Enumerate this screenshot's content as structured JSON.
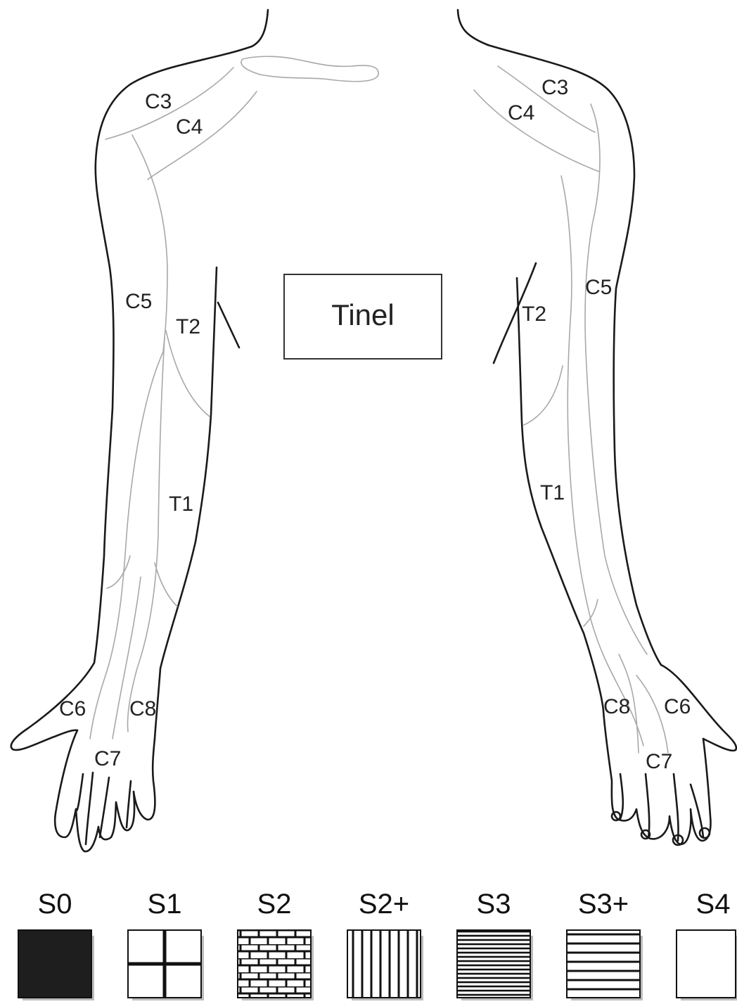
{
  "tinel_label": "Tinel",
  "dermatome_labels": [
    "C3",
    "C4",
    "C5",
    "T2",
    "T1",
    "C6",
    "C7",
    "C8"
  ],
  "legend": [
    {
      "key": "S0",
      "pattern": "solid-black"
    },
    {
      "key": "S1",
      "pattern": "quad-cross"
    },
    {
      "key": "S2",
      "pattern": "brick"
    },
    {
      "key": "S2+",
      "pattern": "vertical-lines"
    },
    {
      "key": "S3",
      "pattern": "dense-horizontal-lines"
    },
    {
      "key": "S3+",
      "pattern": "horizontal-lines"
    },
    {
      "key": "S4",
      "pattern": "blank"
    }
  ],
  "colors": {
    "outline": "#1a1a1a",
    "dermatome_line": "#a8a8a8",
    "swatch_shadow": "#bdbdbd"
  }
}
